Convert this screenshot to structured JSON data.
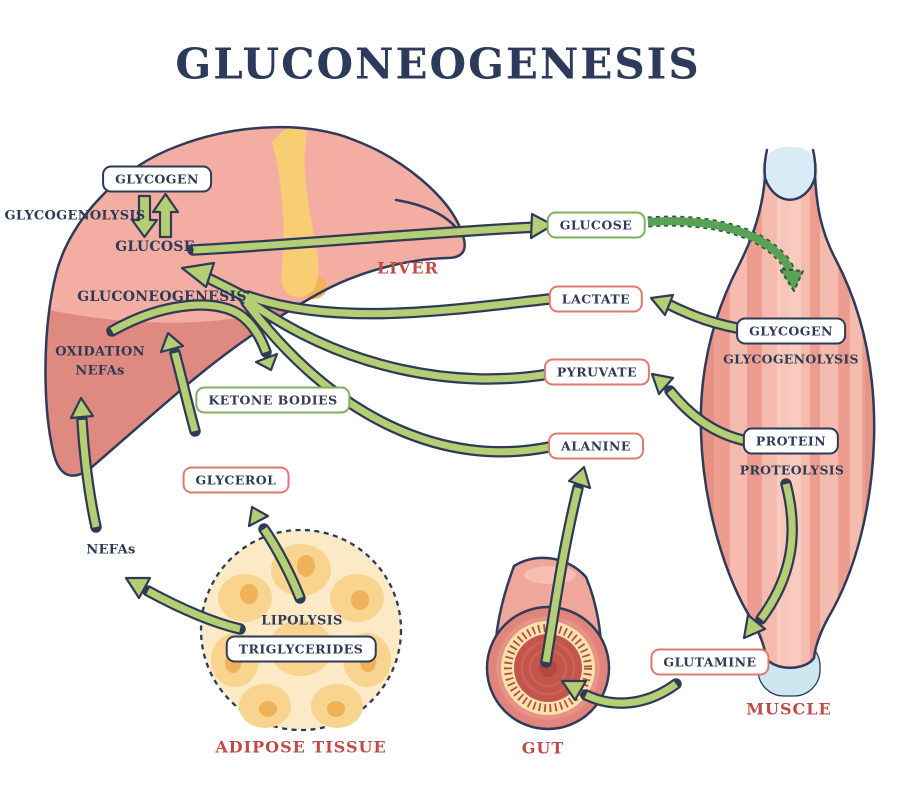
{
  "title": "GLUCONEOGENESIS",
  "liver": {
    "organ_label": "LIVER",
    "glycogen": "GLYCOGEN",
    "glycogenolysis": "GLYCOGENOLYSIS",
    "glucose": "GLUCOSE",
    "gluconeogenesis": "GLUCONEOGENESIS",
    "oxidation_line1": "OXIDATION",
    "oxidation_line2": "NEFAs",
    "ketone_bodies": "KETONE BODIES",
    "glycerol": "GLYCEROL",
    "nefas": "NEFAs"
  },
  "metabolites": {
    "glucose": "GLUCOSE",
    "lactate": "LACTATE",
    "pyruvate": "PYRUVATE",
    "alanine": "ALANINE"
  },
  "muscle": {
    "organ_label": "MUSCLE",
    "glycogen": "GLYCOGEN",
    "glycogenolysis": "GLYCOGENOLYSIS",
    "protein": "PROTEIN",
    "proteolysis": "PROTEOLYSIS",
    "glutamine": "GLUTAMINE"
  },
  "adipose": {
    "organ_label": "ADIPOSE TISSUE",
    "lipolysis": "LIPOLYSIS",
    "triglycerides": "TRIGLYCERIDES"
  },
  "gut": {
    "organ_label": "GUT"
  },
  "colors": {
    "title_text": "#2E3A5C",
    "label_text": "#2E3A56",
    "organ_label_text": "#BE4B45",
    "arrow_green": "#B6CE73",
    "arrow_outline": "#2E3A56",
    "dashed_arrow_green": "#58A156",
    "box_border_navy": "#2E3A56",
    "box_border_green": "#7FAF5B",
    "box_border_red": "#E0796D",
    "liver_pink_light": "#F3ADA3",
    "liver_pink_dark": "#DE8A80",
    "gallbladder_yellow": "#F8CE73",
    "muscle_pink": "#EC9D90",
    "tendon_blue": "#D8EAF3",
    "adipose_cream": "#FBEAC5",
    "adipose_cell": "#F8D48F",
    "gut_inner_red": "#C2554C"
  }
}
